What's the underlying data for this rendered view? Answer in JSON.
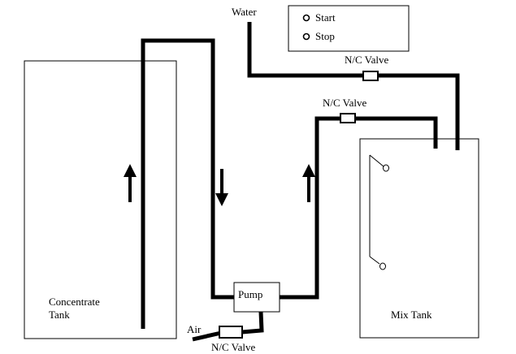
{
  "colors": {
    "line": "#000000",
    "background": "#ffffff"
  },
  "controls": {
    "start_label": "Start",
    "stop_label": "Stop"
  },
  "labels": {
    "water": "Water",
    "air": "Air",
    "pump": "Pump",
    "concentrate_tank_line1": "Concentrate",
    "concentrate_tank_line2": "Tank",
    "mix_tank": "Mix Tank",
    "valve_water": "N/C Valve",
    "valve_pump_out": "N/C Valve",
    "valve_air": "N/C Valve"
  },
  "icons": [
    "flow-up-arrow",
    "flow-down-arrow",
    "level-float-switch",
    "valve",
    "control-button"
  ]
}
